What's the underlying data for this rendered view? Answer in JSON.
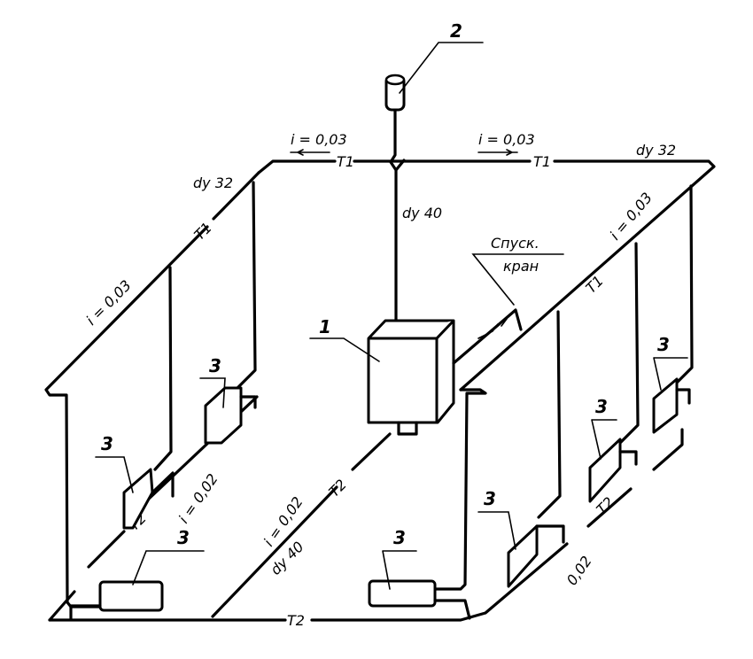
{
  "diagram": {
    "title": "",
    "callouts": {
      "boiler": "1",
      "expansion_tank": "2",
      "radiator": "3"
    },
    "labels": {
      "slope_top_left": "i = 0,03",
      "slope_top_right": "i = 0,03",
      "slope_left_riser": "i = 0,03",
      "slope_right_riser": "i = 0,03",
      "slope_return_left": "i = 0,02",
      "slope_return_center": "i = 0,02",
      "slope_return_right": "0,02",
      "supply_line": "T1",
      "return_line": "T2",
      "diam_supply_left": "dу 32",
      "diam_supply_right": "dу 32",
      "diam_main_riser": "dу 40",
      "diam_return_center": "dу 40",
      "drain_valve_line1": "Спуск.",
      "drain_valve_line2": "кран"
    }
  }
}
